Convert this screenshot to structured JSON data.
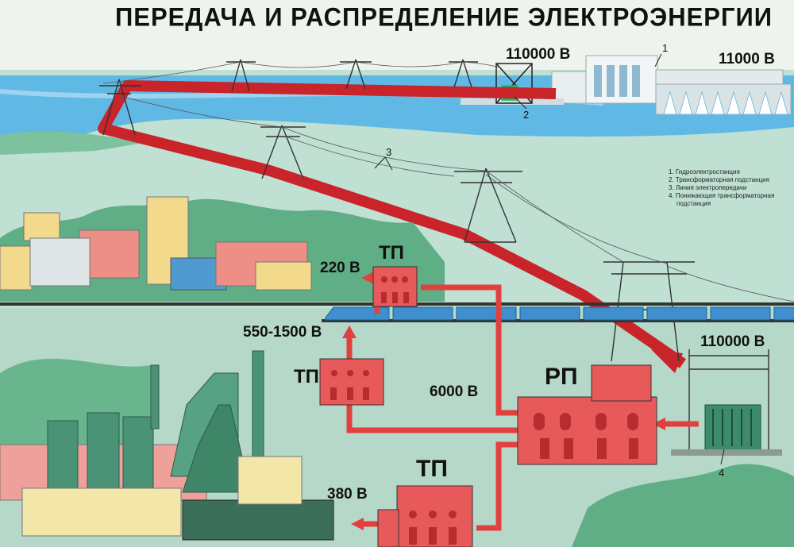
{
  "title": "ПЕРЕДАЧА И РАСПРЕДЕЛЕНИЕ ЭЛЕКТРОЭНЕРГИИ",
  "voltages": {
    "v110000_top": "110000 В",
    "v11000": "11000 В",
    "v220": "220 В",
    "v550_1500": "550-1500 В",
    "v6000": "6000 В",
    "v110000_bottom": "110000 В",
    "v380": "380 В"
  },
  "nodes": {
    "tp_top": "ТП",
    "tp_mid": "ТП",
    "tp_bottom": "ТП",
    "rp": "РП"
  },
  "numbers": {
    "n1": "1",
    "n2": "2",
    "n3": "3",
    "n4": "4"
  },
  "legend": [
    "1. Гидроэлектростанция",
    "2. Трансформаторная подстанция",
    "3. Линия электропередачи",
    "4. Понижающая трансформаторная",
    "подстанция"
  ],
  "colors": {
    "power_path": "#c8242a",
    "building_red": "#e8595a",
    "water": "#5fb6e2",
    "land": "#b9dccb",
    "greenery": "#5fae86",
    "train": "#3f8fcf"
  }
}
